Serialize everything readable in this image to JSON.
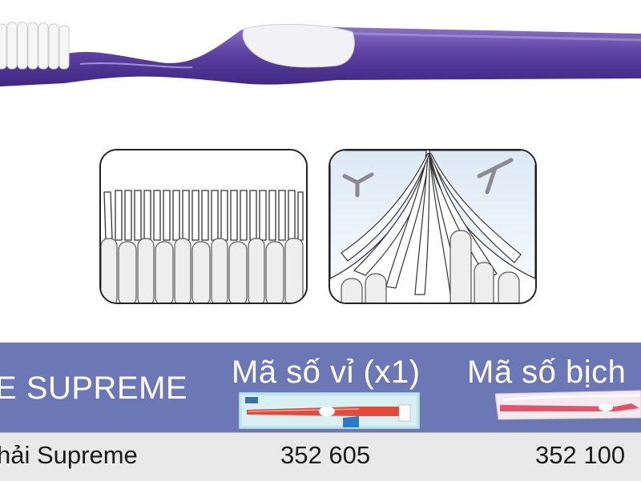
{
  "header": {
    "product_title": "E SUPREME",
    "col_blister_title": "Mã số vỉ (x1)",
    "col_bag_title": "Mã số bịch"
  },
  "row": {
    "product_name": "hải Supreme",
    "blister_code": "352 605",
    "bag_code": "352 100"
  },
  "colors": {
    "header_bg": "#6c78b6",
    "row_bg": "#e9e9e9",
    "handle": "#5a3f9c",
    "bristles": "#f2f2f2"
  },
  "icons": [
    "toothbrush-image",
    "straight-bristles-illustration",
    "bristles-between-teeth-illustration",
    "blister-pack-image",
    "bag-pack-image"
  ]
}
